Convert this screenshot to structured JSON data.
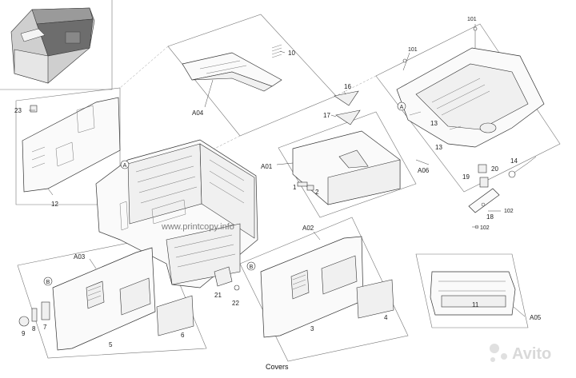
{
  "diagram": {
    "caption": "Covers",
    "watermark": "www.printcopy.info",
    "logo": "Avito",
    "assemblies": {
      "a01": "A01",
      "a02": "A02",
      "a03": "A03",
      "a04": "A04",
      "a05": "A05",
      "a06": "A06"
    },
    "callouts": {
      "c1": "1",
      "c2": "2",
      "c3": "3",
      "c4": "4",
      "c5": "5",
      "c6": "6",
      "c7": "7",
      "c8": "8",
      "c9": "9",
      "c10": "10",
      "c11": "11",
      "c12": "12",
      "c13a": "13",
      "c13b": "13",
      "c14": "14",
      "c16": "16",
      "c17": "17",
      "c18": "18",
      "c19": "19",
      "c20": "20",
      "c21": "21",
      "c22": "22",
      "c23": "23",
      "c101a": "101",
      "c101b": "101",
      "c102a": "102",
      "c102b": "102"
    },
    "circle_marks": {
      "a_top": "A",
      "a_mid": "A",
      "b_left": "B",
      "b_mid": "B"
    }
  }
}
